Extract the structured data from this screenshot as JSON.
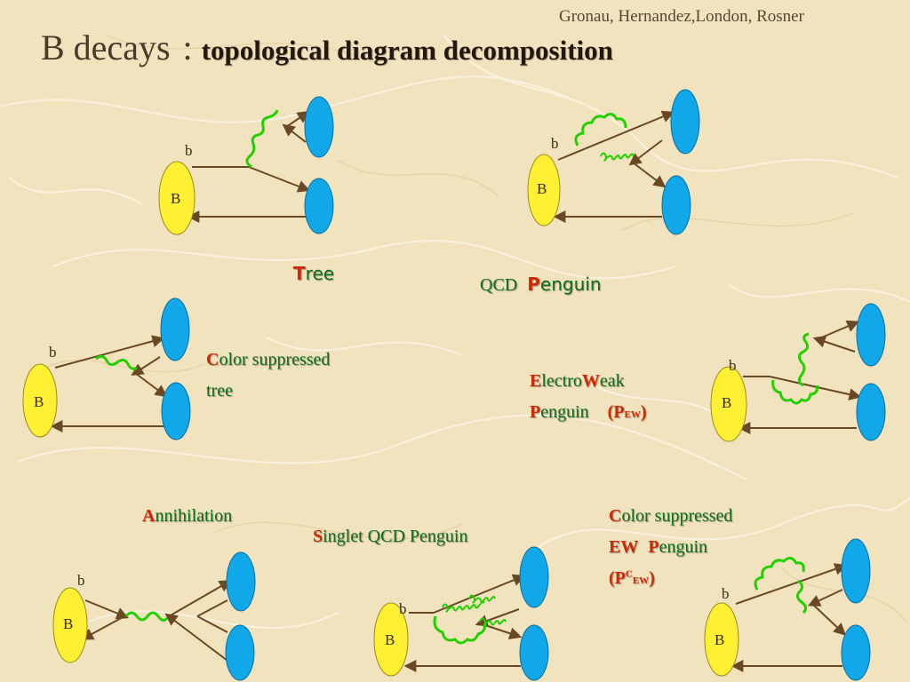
{
  "header": {
    "credit": "Gronau, Hernandez,London, Rosner",
    "title_main": "B decays",
    "title_colon": ":",
    "title_sub": "topological diagram decomposition"
  },
  "particle_labels": {
    "meson": "B",
    "quark": "b"
  },
  "colors": {
    "meson_fill": "#fff033",
    "final_state_fill": "#10a8e8",
    "W_boson": "#22d000",
    "gluon": "#22d000",
    "quark_line": "#6a4824",
    "highlight_text": "#cc2a06",
    "label_text": "#0e6e1a"
  },
  "labels": {
    "tree": {
      "initial": "T",
      "rest": "ree"
    },
    "qcd_penguin": {
      "prefix": "QCD",
      "initial": "P",
      "rest": "enguin"
    },
    "color_suppressed_tree": {
      "initial": "C",
      "rest": "olor suppressed",
      "line2": "tree"
    },
    "electroweak_penguin": {
      "e_initial": "E",
      "e_rest": "lectro",
      "w_initial": "W",
      "w_rest": "eak",
      "p_initial": "P",
      "p_rest": "enguin",
      "abbr_open": "(",
      "abbr_p": "P",
      "abbr_sub": "EW",
      "abbr_close": ")"
    },
    "annihilation": {
      "initial": "A",
      "rest": "nnihilation"
    },
    "singlet_qcd_penguin": {
      "initial": "S",
      "rest": "inglet QCD Penguin"
    },
    "color_suppressed_ew_penguin": {
      "c_initial": "C",
      "c_rest": "olor suppressed",
      "ew": "EW",
      "p_initial": "P",
      "p_rest": "enguin",
      "abbr_open": "(",
      "abbr_p": "P",
      "abbr_sup": "C",
      "abbr_sub": "EW",
      "abbr_close": ")"
    }
  }
}
